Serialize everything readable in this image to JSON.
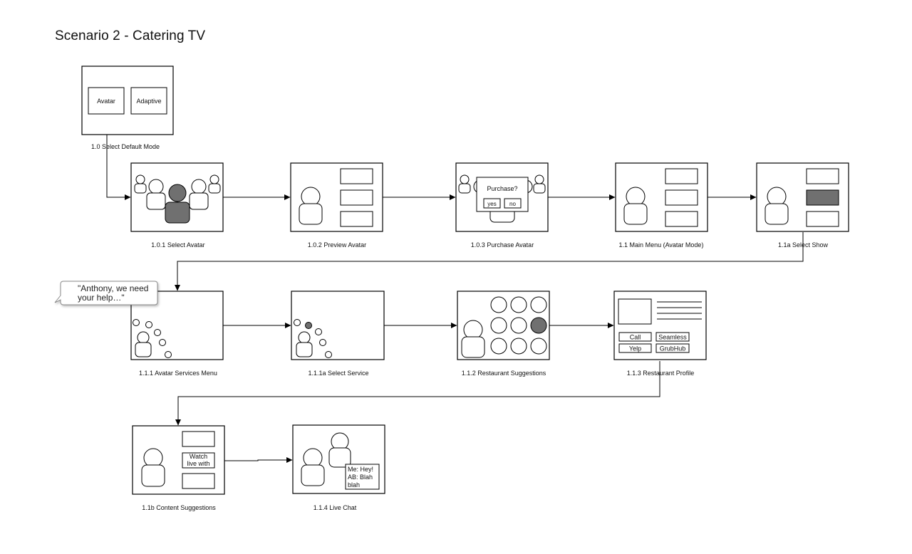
{
  "title": "Scenario 2 - Catering TV",
  "screens": {
    "s10": {
      "caption": "1.0 Select Default Mode",
      "btn_avatar": "Avatar",
      "btn_adaptive": "Adaptive"
    },
    "s101": {
      "caption": "1.0.1 Select Avatar"
    },
    "s102": {
      "caption": "1.0.2  Preview Avatar"
    },
    "s103": {
      "caption": "1.0.3  Purchase Avatar",
      "dialog_title": "Purchase?",
      "yes": "yes",
      "no": "no"
    },
    "s11": {
      "caption": "1.1  Main Menu (Avatar Mode)"
    },
    "s11a": {
      "caption": "1.1a Select Show"
    },
    "s111": {
      "caption": "1.1.1 Avatar Services Menu",
      "bubble_line1": "\"Anthony, we need",
      "bubble_line2": "your help…\""
    },
    "s111a": {
      "caption": "1.1.1a Select Service"
    },
    "s112": {
      "caption": "1.1.2 Restaurant Suggestions"
    },
    "s113": {
      "caption": "1.1.3 Restaurant Profile",
      "call": "Call",
      "seamless": "Seamless",
      "yelp": "Yelp",
      "grubhub": "GrubHub"
    },
    "s11b": {
      "caption": "1.1b  Content Suggestions",
      "watch_line1": "Watch",
      "watch_line2": "live with"
    },
    "s114": {
      "caption": "1.1.4  Live Chat",
      "chat_line1": "Me: Hey!",
      "chat_line2": "AB: Blah",
      "chat_line3": "blah"
    }
  }
}
